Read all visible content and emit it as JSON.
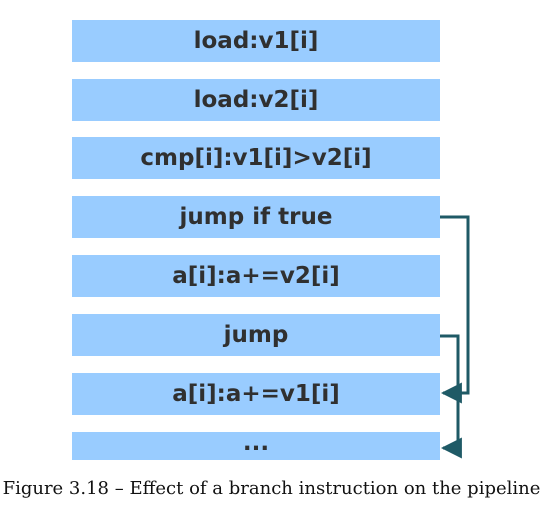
{
  "diagram": {
    "instructions": [
      "load:v1[i]",
      "load:v2[i]",
      "cmp[i]:v1[i]>v2[i]",
      "jump if true",
      "a[i]:a+=v2[i]",
      "jump",
      "a[i]:a+=v1[i]",
      "..."
    ],
    "colors": {
      "block_fill": "#99ccff",
      "block_text": "#303030",
      "arrow": "#1f5a66"
    },
    "branches": [
      {
        "from": "jump if true",
        "to": "a[i]:a+=v1[i]"
      },
      {
        "from": "jump",
        "to": "..."
      }
    ]
  },
  "caption": "Figure 3.18 – Effect of a branch instruction on the pipeline"
}
